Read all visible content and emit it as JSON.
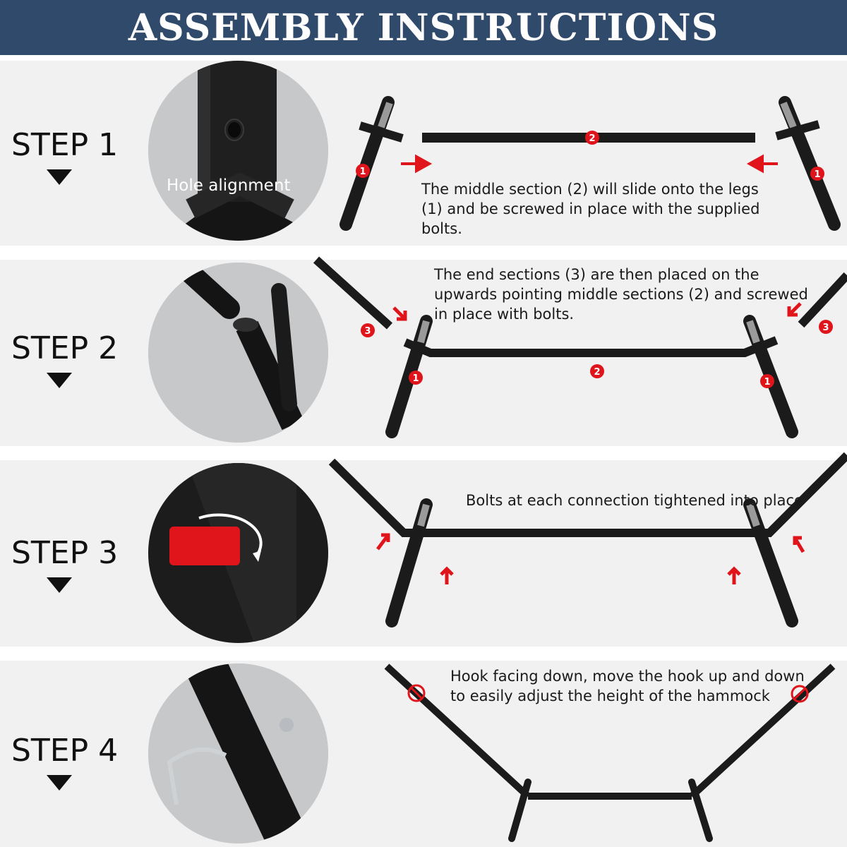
{
  "header": {
    "title": "ASSEMBLY INSTRUCTIONS"
  },
  "steps": [
    {
      "label": "STEP 1",
      "callout": "Hole alignment",
      "description": "The middle section (2) will slide onto the legs (1) and be screwed in place with the supplied bolts."
    },
    {
      "label": "STEP 2",
      "description": "The end sections (3) are then placed on the upwards pointing middle sections (2) and screwed in place with bolts."
    },
    {
      "label": "STEP 3",
      "description": "Bolts at each connection tightened into place"
    },
    {
      "label": "STEP 4",
      "description": "Hook facing down, move the hook up and down to easily adjust the height of the hammock"
    }
  ],
  "part_markers": {
    "leg": "1",
    "middle": "2",
    "end": "3"
  },
  "colors": {
    "header_bg": "#2f4a6b",
    "band_bg": "#f1f1f1",
    "accent_red": "#e0141b",
    "frame": "#1b1b1b"
  }
}
